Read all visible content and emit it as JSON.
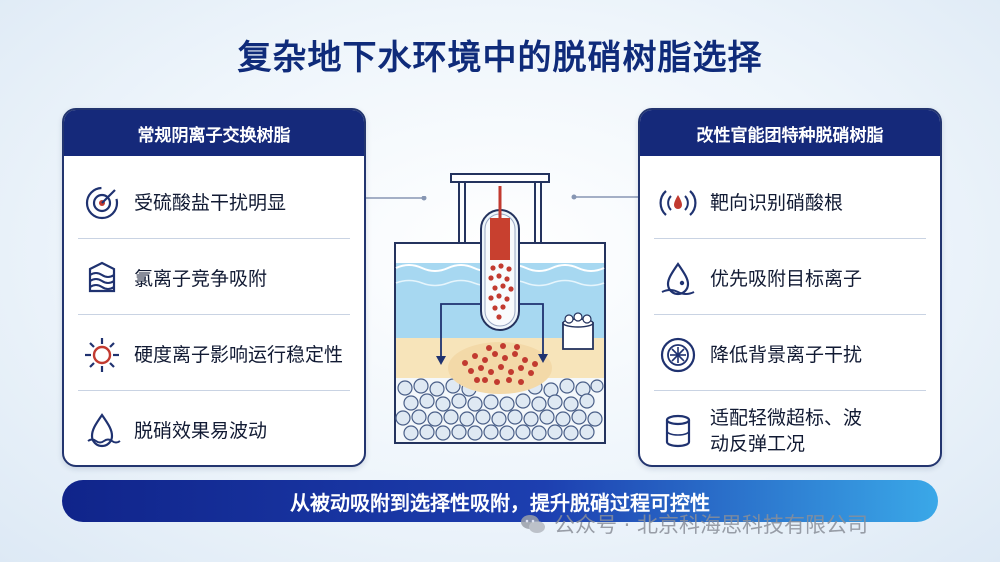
{
  "title": "复杂地下水环境中的脱硝树脂选择",
  "left_panel": {
    "header": "常规阴离子交换树脂",
    "items": [
      {
        "label": "受硫酸盐干扰明显",
        "icon": "target-interference-icon"
      },
      {
        "label": "氯离子竞争吸附",
        "icon": "layers-icon"
      },
      {
        "label": "硬度离子影响运行稳定性",
        "icon": "warning-burst-icon"
      },
      {
        "label": "脱硝效果易波动",
        "icon": "droplet-wave-icon"
      }
    ]
  },
  "right_panel": {
    "header": "改性官能团特种脱硝树脂",
    "items": [
      {
        "label": "靶向识别硝酸根",
        "icon": "radar-target-icon"
      },
      {
        "label": "优先吸附目标离子",
        "icon": "water-drop-icon"
      },
      {
        "label": "降低背景离子干扰",
        "icon": "filter-disc-icon"
      },
      {
        "label": "适配轻微超标、波动反弹工况",
        "label_line1": "适配轻微超标、波",
        "label_line2": "动反弹工况",
        "icon": "cylinder-tank-icon"
      }
    ]
  },
  "bottom_banner": "从被动吸附到选择性吸附，提升脱硝过程可控性",
  "watermark": "公众号 · 北京科海思科技有限公司",
  "colors": {
    "header_blue": "#15297a",
    "title_blue": "#0f2b7a",
    "resin_red": "#c23a30",
    "water_blue": "#9fd3ef",
    "sand": "#f6e3b8"
  }
}
